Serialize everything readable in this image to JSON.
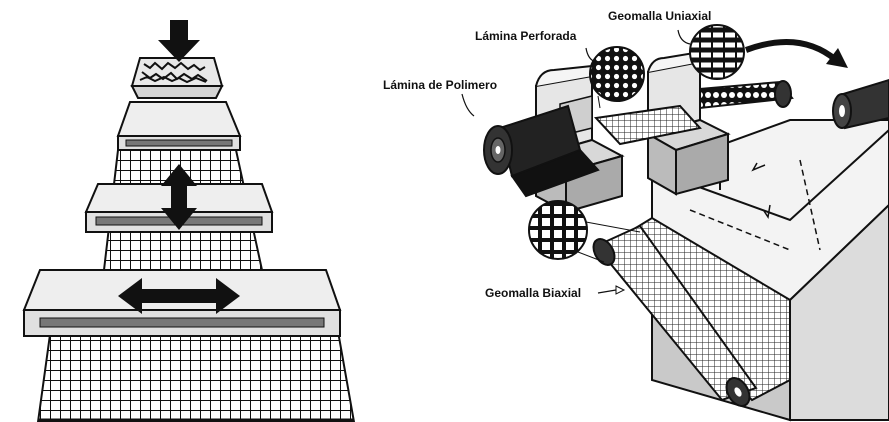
{
  "labels": {
    "uniaxial": "Geomalla Uniaxial",
    "perforated": "Lámina Perforada",
    "polymer": "Lámina de Polimero",
    "biaxial": "Geomalla Biaxial"
  },
  "colors": {
    "ink": "#111111",
    "panel": "#e6e6e6",
    "panel_dark": "#9a9a9a",
    "panel_mid": "#cfcfcf",
    "grid_fill": "#bdbdbd"
  },
  "icons": [
    "arrow-down-icon",
    "arrow-vertical-icon",
    "arrow-horizontal-icon",
    "curved-arrow-icon"
  ]
}
